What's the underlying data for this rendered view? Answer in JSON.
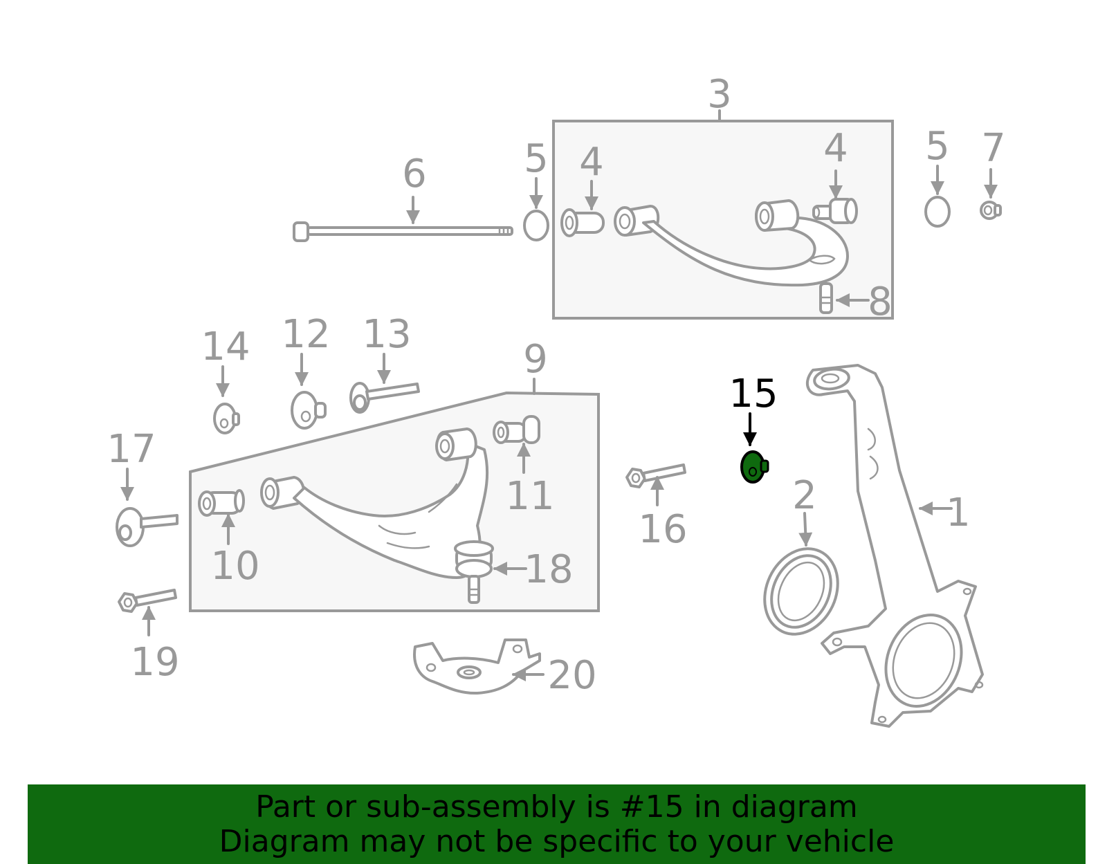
{
  "labels": {
    "l1": "1",
    "l2": "2",
    "l3": "3",
    "l4a": "4",
    "l4b": "4",
    "l5a": "5",
    "l5b": "5",
    "l6": "6",
    "l7": "7",
    "l8": "8",
    "l9": "9",
    "l10": "10",
    "l11": "11",
    "l12": "12",
    "l13": "13",
    "l14": "14",
    "l15": "15",
    "l16": "16",
    "l17": "17",
    "l18": "18",
    "l19": "19",
    "l20": "20"
  },
  "highlight_part": "15",
  "colors": {
    "highlight": "#0f6a0f",
    "line": "#999999",
    "banner": "#0f6a0f"
  },
  "banner": {
    "line1": "Part or sub-assembly is #15 in diagram",
    "line2": "Diagram may not be specific to your vehicle"
  }
}
